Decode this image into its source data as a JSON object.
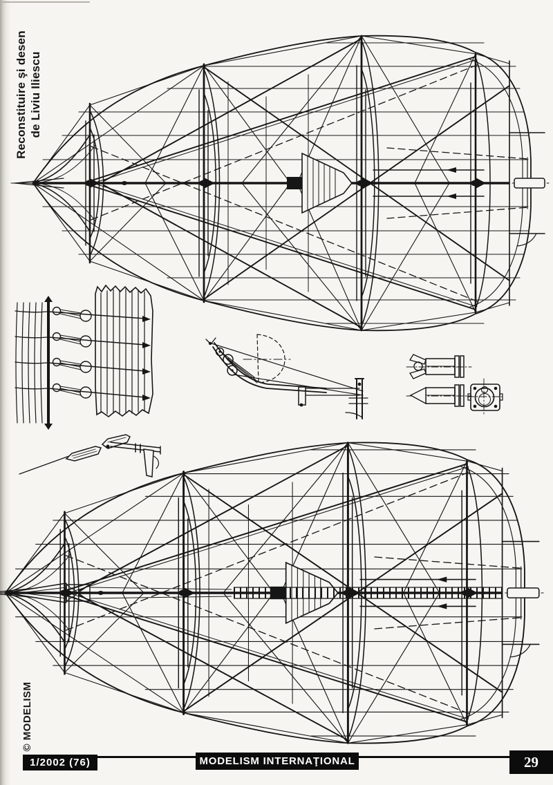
{
  "credit": {
    "line1": "Reconstituire şi desen",
    "line2": "de Liviu Iliescu"
  },
  "copyright": "© MODELISM",
  "footer": {
    "issue": "1/2002 (76)",
    "magazine": "MODELISM INTERNAŢIONAL",
    "page_number": "29"
  },
  "colors": {
    "paper": "#f6f5f1",
    "ink": "#161616",
    "footer_bar": "#0c0c0c",
    "footer_text": "#ffffff"
  }
}
